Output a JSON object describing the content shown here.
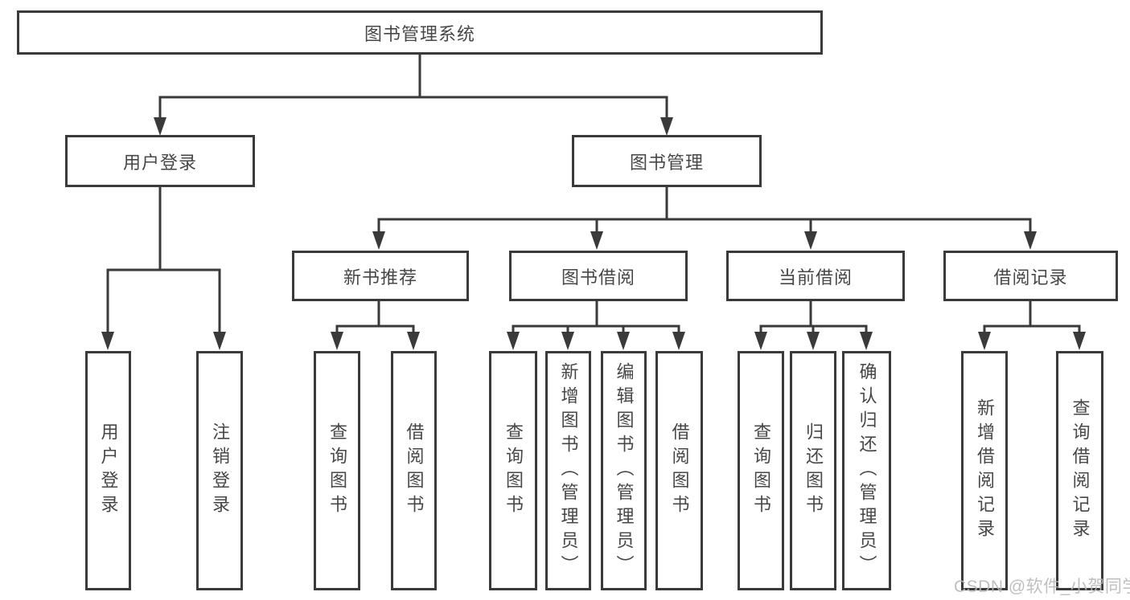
{
  "root_label": "图书管理系统",
  "user_branch": {
    "label": "用户登录",
    "leaves": [
      "用户登录",
      "注销登录"
    ]
  },
  "book_branch": {
    "label": "图书管理"
  },
  "sections": [
    {
      "label": "新书推荐",
      "leaves": [
        "查询图书",
        "借阅图书"
      ]
    },
    {
      "label": "图书借阅",
      "leaves": [
        "查询图书",
        "新增图书（管理员）",
        "编辑图书（管理员）",
        "借阅图书"
      ]
    },
    {
      "label": "当前借阅",
      "leaves": [
        "查询图书",
        "归还图书",
        "确认归还（管理员）"
      ]
    },
    {
      "label": "借阅记录",
      "leaves": [
        "新增借阅记录",
        "查询借阅记录"
      ]
    }
  ],
  "watermark": "CSDN @软件_小贺同学",
  "colors": {
    "line": "#3a3a3a",
    "text": "#474747",
    "watermark": "#b9b9b9",
    "background": "#ffffff"
  }
}
